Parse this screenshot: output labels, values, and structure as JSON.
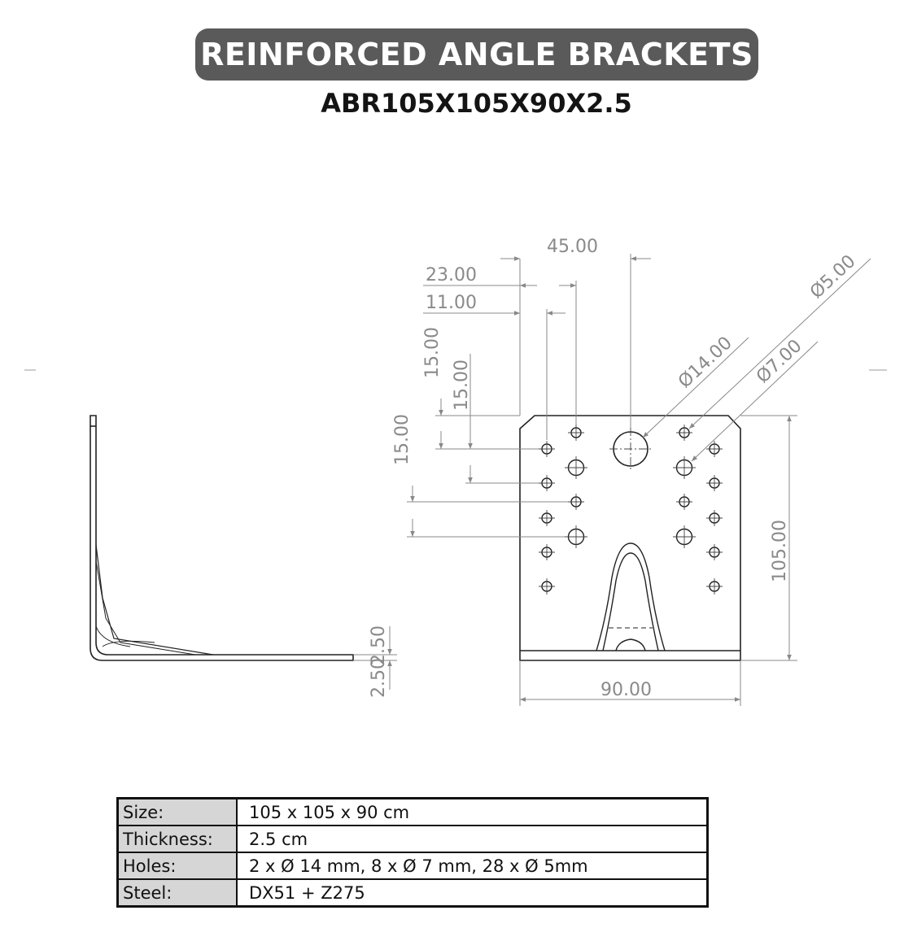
{
  "header": {
    "title": "REINFORCED ANGLE BRACKETS",
    "model": "ABR105X105X90X2.5"
  },
  "dimensions": {
    "d45": "45.00",
    "d23": "23.00",
    "d11": "11.00",
    "d15_a": "15.00",
    "d15_b": "15.00",
    "d15_c": "15.00",
    "dia14": "Ø14.00",
    "dia7": "Ø7.00",
    "dia5": "Ø5.00",
    "d105": "105.00",
    "d90": "90.00",
    "d250_a": "2.50",
    "d250_b": "2.50"
  },
  "specs": [
    {
      "key": "Size:",
      "value": "105 x 105 x 90 cm"
    },
    {
      "key": "Thickness:",
      "value": "2.5 cm"
    },
    {
      "key": "Holes:",
      "value": "2 x Ø 14 mm, 8 x Ø 7 mm, 28 x Ø 5mm"
    },
    {
      "key": "Steel:",
      "value": "DX51 + Z275"
    }
  ],
  "colors": {
    "pill": "#5a5a5a",
    "table_key_bg": "#d6d6d6",
    "dimension_text": "#8a8a8a"
  }
}
